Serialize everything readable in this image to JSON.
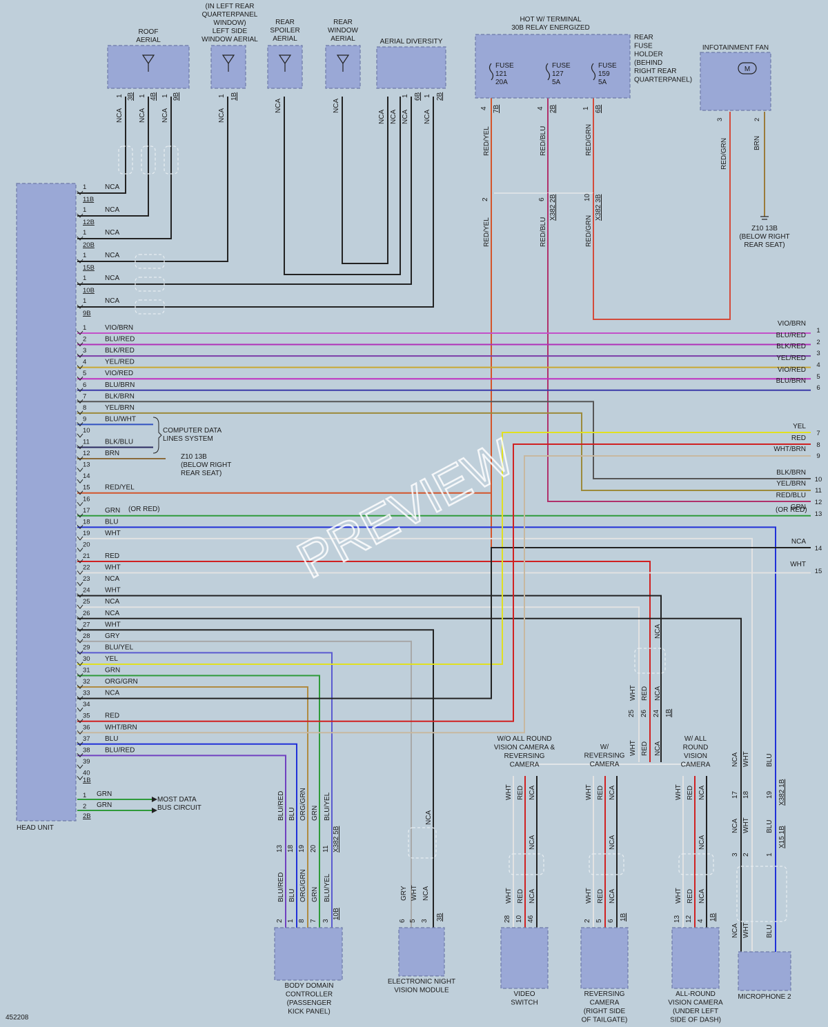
{
  "diagram_id": "452208",
  "watermark": "PREVIEW",
  "head_unit": {
    "label": "HEAD UNIT",
    "aerial_connectors": [
      "11B",
      "12B",
      "20B",
      "15B",
      "10B",
      "9B"
    ],
    "aerial_pin": "1",
    "aerial_wire": "NCA",
    "pins": [
      {
        "pin": "1",
        "wire": "VIO/BRN",
        "color": "#c24fc8"
      },
      {
        "pin": "2",
        "wire": "BLU/RED",
        "color": "#b030b8"
      },
      {
        "pin": "3",
        "wire": "BLK/RED",
        "color": "#7c3ba8"
      },
      {
        "pin": "4",
        "wire": "YEL/RED",
        "color": "#c9a832"
      },
      {
        "pin": "5",
        "wire": "VIO/RED",
        "color": "#c030c0"
      },
      {
        "pin": "6",
        "wire": "BLU/BRN",
        "color": "#3a3aa8"
      },
      {
        "pin": "7",
        "wire": "BLK/BRN",
        "color": "#555555"
      },
      {
        "pin": "8",
        "wire": "YEL/BRN",
        "color": "#9c8a3a"
      },
      {
        "pin": "9",
        "wire": "BLU/WHT",
        "color": "#3050c0"
      },
      {
        "pin": "10",
        "wire": "",
        "color": ""
      },
      {
        "pin": "11",
        "wire": "BLK/BLU",
        "color": "#2a2a60"
      },
      {
        "pin": "12",
        "wire": "BRN",
        "color": "#8a6a3a"
      },
      {
        "pin": "13",
        "wire": "",
        "color": ""
      },
      {
        "pin": "14",
        "wire": "",
        "color": ""
      },
      {
        "pin": "15",
        "wire": "RED/YEL",
        "color": "#d4542a"
      },
      {
        "pin": "16",
        "wire": "",
        "color": ""
      },
      {
        "pin": "17",
        "wire": "GRN",
        "color": "#2e9a3a"
      },
      {
        "pin": "18",
        "wire": "BLU",
        "color": "#2030d8"
      },
      {
        "pin": "19",
        "wire": "WHT",
        "color": "#e2e2e2"
      },
      {
        "pin": "20",
        "wire": "",
        "color": ""
      },
      {
        "pin": "21",
        "wire": "RED",
        "color": "#d02020"
      },
      {
        "pin": "22",
        "wire": "WHT",
        "color": "#e2e2e2"
      },
      {
        "pin": "23",
        "wire": "NCA",
        "color": "#222222"
      },
      {
        "pin": "24",
        "wire": "WHT",
        "color": "#e2e2e2"
      },
      {
        "pin": "25",
        "wire": "NCA",
        "color": "#222222"
      },
      {
        "pin": "26",
        "wire": "NCA",
        "color": "#222222"
      },
      {
        "pin": "27",
        "wire": "WHT",
        "color": "#e2e2e2"
      },
      {
        "pin": "28",
        "wire": "GRY",
        "color": "#a8a8a8"
      },
      {
        "pin": "29",
        "wire": "BLU/YEL",
        "color": "#5a5ad0"
      },
      {
        "pin": "30",
        "wire": "YEL",
        "color": "#e0e020"
      },
      {
        "pin": "31",
        "wire": "GRN",
        "color": "#2e9a3a"
      },
      {
        "pin": "32",
        "wire": "ORG/GRN",
        "color": "#b08a40"
      },
      {
        "pin": "33",
        "wire": "NCA",
        "color": "#222222"
      },
      {
        "pin": "34",
        "wire": "",
        "color": ""
      },
      {
        "pin": "35",
        "wire": "RED",
        "color": "#d02020"
      },
      {
        "pin": "36",
        "wire": "WHT/BRN",
        "color": "#c8b8a0"
      },
      {
        "pin": "37",
        "wire": "BLU",
        "color": "#2030d8"
      },
      {
        "pin": "38",
        "wire": "BLU/RED",
        "color": "#7040c0"
      },
      {
        "pin": "39",
        "wire": "",
        "color": ""
      },
      {
        "pin": "40",
        "wire": "",
        "color": ""
      }
    ],
    "bottom_connector": "1B",
    "most_pins": [
      {
        "pin": "1",
        "wire": "GRN"
      },
      {
        "pin": "2",
        "wire": "GRN"
      }
    ],
    "most_connector": "2B"
  },
  "aerials": [
    {
      "label": "ROOF\nAERIAL",
      "wires": [
        "NCA",
        "NCA",
        "NCA"
      ],
      "pins": [
        "1",
        "1",
        "1"
      ],
      "conns": [
        "3B",
        "4B",
        "9B"
      ]
    },
    {
      "label": "(IN LEFT REAR\nQUARTERPANEL\nWINDOW)\nLEFT SIDE\nWINDOW AERIAL",
      "wires": [
        "NCA"
      ],
      "pins": [
        "1"
      ],
      "conns": [
        "1B"
      ]
    },
    {
      "label": "REAR\nSPOILER\nAERIAL",
      "wires": [
        "NCA"
      ]
    },
    {
      "label": "REAR\nWINDOW\nAERIAL",
      "wires": [
        "NCA"
      ]
    },
    {
      "label": "AERIAL DIVERSITY",
      "wires": [
        "NCA",
        "NCA",
        "NCA",
        "NCA"
      ],
      "pins": [
        "1",
        "1"
      ],
      "conns": [
        "6B",
        "2B"
      ]
    }
  ],
  "fuse_holder": {
    "title": "HOT W/ TERMINAL\n30B RELAY ENERGIZED",
    "label": "REAR\nFUSE\nHOLDER\n(BEHIND\nRIGHT REAR\nQUARTERPANEL)",
    "fuses": [
      {
        "name": "FUSE\n121\n20A",
        "pin": "4",
        "conn": "7B",
        "wire": "RED/YEL",
        "splice_pin": "2",
        "bottom_wire": "RED/YEL"
      },
      {
        "name": "FUSE\n127\n5A",
        "pin": "4",
        "conn": "2B",
        "wire": "RED/BLU",
        "splice_pin": "6",
        "splice_conn": "X382 2B",
        "bottom_wire": "RED/BLU"
      },
      {
        "name": "FUSE\n159\n5A",
        "pin": "1",
        "conn": "6B",
        "wire": "RED/GRN",
        "splice_pin": "10",
        "splice_conn": "X382 3B",
        "bottom_wire": "RED/GRN"
      }
    ]
  },
  "infotainment_fan": {
    "label": "INFOTAINMENT FAN",
    "motor": "M",
    "pins": [
      "3",
      "2"
    ],
    "wires": [
      "RED/GRN",
      "BRN"
    ],
    "ground": "Z10 13B\n(BELOW RIGHT\nREAR SEAT)"
  },
  "computer_data": "COMPUTER DATA\nLINES SYSTEM",
  "ground_12": "Z10 13B\n(BELOW RIGHT\nREAR SEAT)",
  "or_red": "(OR RED)",
  "most_label": "MOST DATA\nBUS CIRCUIT",
  "right_edge": [
    {
      "wire": "VIO/BRN",
      "num": "1"
    },
    {
      "wire": "BLU/RED",
      "num": "2"
    },
    {
      "wire": "BLK/RED",
      "num": "3"
    },
    {
      "wire": "YEL/RED",
      "num": "4"
    },
    {
      "wire": "VIO/RED",
      "num": "5"
    },
    {
      "wire": "BLU/BRN",
      "num": "6"
    },
    {
      "wire": "YEL",
      "num": "7"
    },
    {
      "wire": "RED",
      "num": "8"
    },
    {
      "wire": "WHT/BRN",
      "num": "9"
    },
    {
      "wire": "BLK/BRN",
      "num": "10"
    },
    {
      "wire": "YEL/BRN",
      "num": "11"
    },
    {
      "wire": "RED/BLU",
      "num": "12"
    },
    {
      "wire": "GRN",
      "extra": "(OR RED)",
      "num": "13"
    },
    {
      "wire": "NCA",
      "num": "14"
    },
    {
      "wire": "WHT",
      "num": "15"
    }
  ],
  "camera_branch": {
    "upper_wires": [
      "NCA",
      "WHT",
      "RED",
      "NCA"
    ],
    "pins": [
      "25",
      "26",
      "24"
    ],
    "conn": "1B",
    "lower_wires": [
      "WHT",
      "RED",
      "NCA"
    ],
    "options": [
      "W/O ALL ROUND\nVISION CAMERA &\nREVERSING\nCAMERA",
      "W/\nREVERSING\nCAMERA",
      "W/ ALL\nROUND\nVISION\nCAMERA"
    ]
  },
  "modules": [
    {
      "label": "BODY DOMAIN\nCONTROLLER\n(PASSENGER\nKICK PANEL)",
      "upper_wires": [
        "BLU/RED",
        "BLU",
        "ORG/GRN",
        "GRN",
        "BLU/YEL"
      ],
      "upper_pins": [
        "13",
        "18",
        "19",
        "20",
        "11"
      ],
      "upper_conn": "X382 5B",
      "lower_wires": [
        "BLU/RED",
        "BLU",
        "ORG/GRN",
        "GRN",
        "BLU/YEL"
      ],
      "lower_pins": [
        "2",
        "1",
        "8",
        "7",
        "3"
      ],
      "lower_conn": "10B"
    },
    {
      "label": "ELECTRONIC NIGHT\nVISION MODULE",
      "upper_wires": [
        "NCA"
      ],
      "lower_wires": [
        "GRY",
        "WHT",
        "NCA"
      ],
      "lower_pins": [
        "6",
        "5",
        "3"
      ],
      "lower_conn": "3B"
    },
    {
      "label": "VIDEO\nSWITCH",
      "upper_wires": [
        "WHT",
        "RED",
        "NCA"
      ],
      "mid_wire": "NCA",
      "lower_wires": [
        "WHT",
        "RED",
        "NCA"
      ],
      "lower_pins": [
        "28",
        "10",
        "46"
      ]
    },
    {
      "label": "REVERSING\nCAMERA\n(RIGHT SIDE\nOF TAILGATE)",
      "upper_wires": [
        "WHT",
        "RED",
        "NCA"
      ],
      "mid_wire": "NCA",
      "lower_wires": [
        "WHT",
        "RED",
        "NCA"
      ],
      "lower_pins": [
        "2",
        "5",
        "6"
      ],
      "lower_conn": "1B"
    },
    {
      "label": "ALL-ROUND\nVISION CAMERA\n(UNDER LEFT\nSIDE OF DASH)",
      "upper_wires": [
        "WHT",
        "RED",
        "NCA"
      ],
      "mid_wire": "NCA",
      "lower_wires": [
        "WHT",
        "RED",
        "NCA"
      ],
      "lower_pins": [
        "13",
        "12",
        "4"
      ],
      "lower_conn": "1B"
    },
    {
      "label": "MICROPHONE 2",
      "upper_wires": [
        "NCA",
        "WHT",
        "BLU"
      ],
      "upper_pins": [
        "17",
        "18",
        "19"
      ],
      "upper_conn": "X382 1B",
      "mid_wires": [
        "NCA",
        "WHT",
        "BLU"
      ],
      "mid_pins": [
        "3",
        "2",
        "1"
      ],
      "mid_conn": "X15 1B",
      "lower_wires": [
        "NCA",
        "WHT",
        "BLU"
      ]
    }
  ]
}
